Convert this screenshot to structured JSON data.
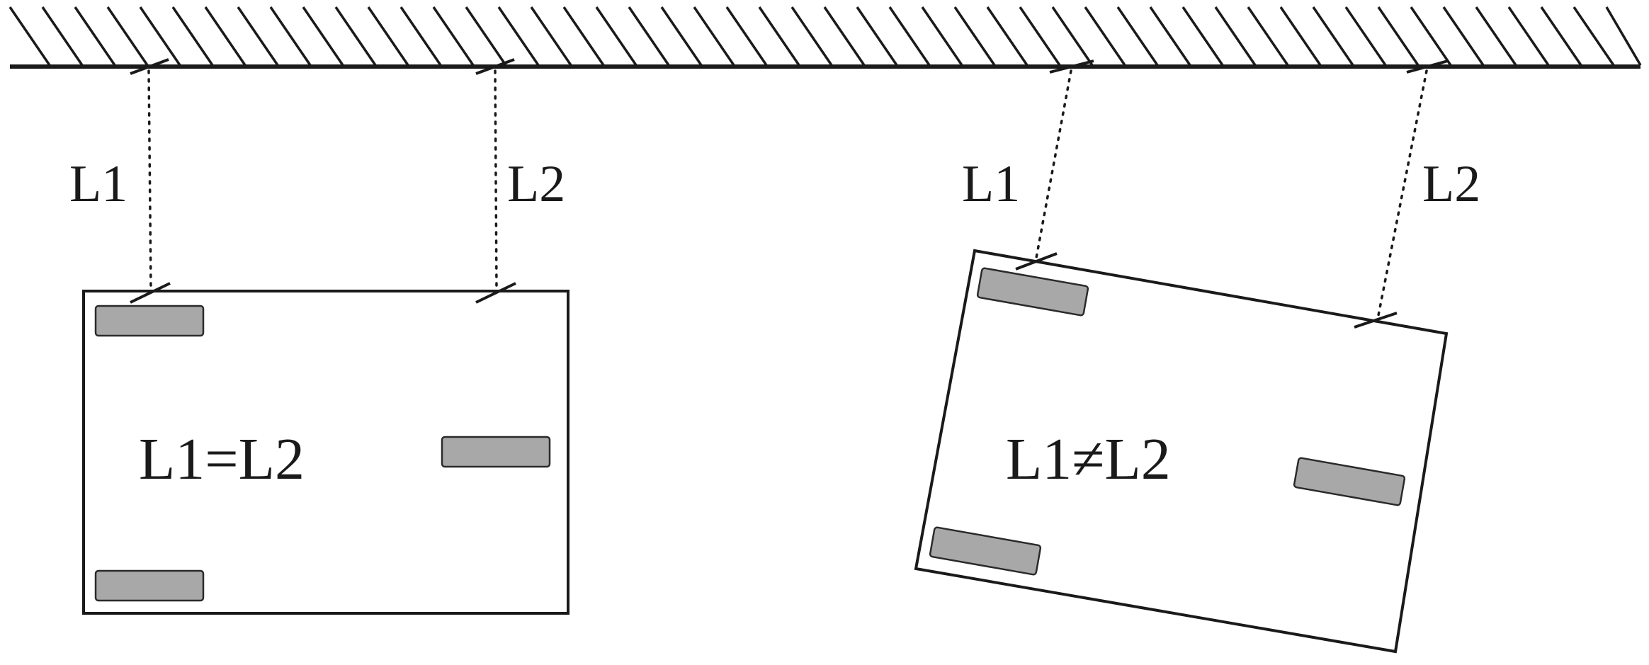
{
  "left_diagram": {
    "label_left": "L1",
    "label_right": "L2",
    "center_label": "L1=L2"
  },
  "right_diagram": {
    "label_left": "L1",
    "label_right": "L2",
    "center_label": "L1≠L2"
  }
}
